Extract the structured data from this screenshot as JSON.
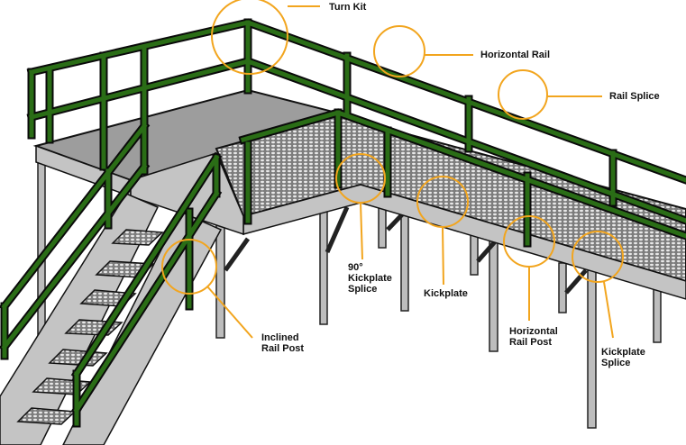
{
  "title": "Platform and stair components",
  "colors": {
    "rail": "#1f5c12",
    "callout": "#f2a51e",
    "grating": "#9a9a9a",
    "steel": "#bdbdbd"
  },
  "callouts": [
    {
      "id": "turn-kit",
      "label": "Turn Kit"
    },
    {
      "id": "horizontal-rail",
      "label": "Horizontal Rail"
    },
    {
      "id": "rail-splice",
      "label": "Rail Splice"
    },
    {
      "id": "kickplate-splice-90",
      "label": "90°\nKickplate\nSplice"
    },
    {
      "id": "kickplate",
      "label": "Kickplate"
    },
    {
      "id": "horizontal-rail-post",
      "label": "Horizontal\nRail Post"
    },
    {
      "id": "kickplate-splice",
      "label": "Kickplate\nSplice"
    },
    {
      "id": "inclined-rail-post",
      "label": "Inclined\nRail Post"
    }
  ]
}
